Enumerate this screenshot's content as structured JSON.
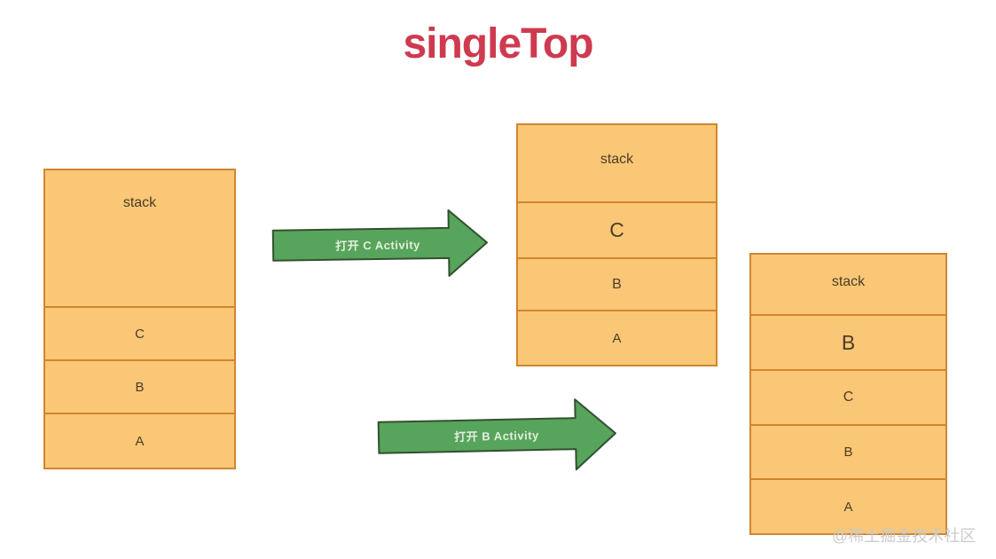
{
  "title": "singleTop",
  "watermark": "@稀土掘金技术社区",
  "stacks": [
    {
      "name": "initial",
      "label": "stack",
      "rows": [
        {
          "label": "C",
          "highlight": false
        },
        {
          "label": "B",
          "highlight": false
        },
        {
          "label": "A",
          "highlight": false
        }
      ]
    },
    {
      "name": "after-open-c",
      "label": "stack",
      "rows": [
        {
          "label": "C",
          "highlight": true
        },
        {
          "label": "B",
          "highlight": false
        },
        {
          "label": "A",
          "highlight": false
        }
      ]
    },
    {
      "name": "after-open-b",
      "label": "stack",
      "rows": [
        {
          "label": "B",
          "highlight": true
        },
        {
          "label": "C",
          "highlight": false
        },
        {
          "label": "B",
          "highlight": false
        },
        {
          "label": "A",
          "highlight": false
        }
      ]
    }
  ],
  "arrows": [
    {
      "label": "打开 C Activity"
    },
    {
      "label": "打开 B Activity"
    }
  ],
  "colors": {
    "title": "#ce3a4f",
    "stack_fill": "#f9c776",
    "stack_border": "#d0862e",
    "arrow_fill": "#57a45c",
    "arrow_border": "#33502f",
    "arrow_text": "#e3efdc",
    "label_text": "#4a3c27",
    "watermark_text": "#c9c9c9"
  }
}
